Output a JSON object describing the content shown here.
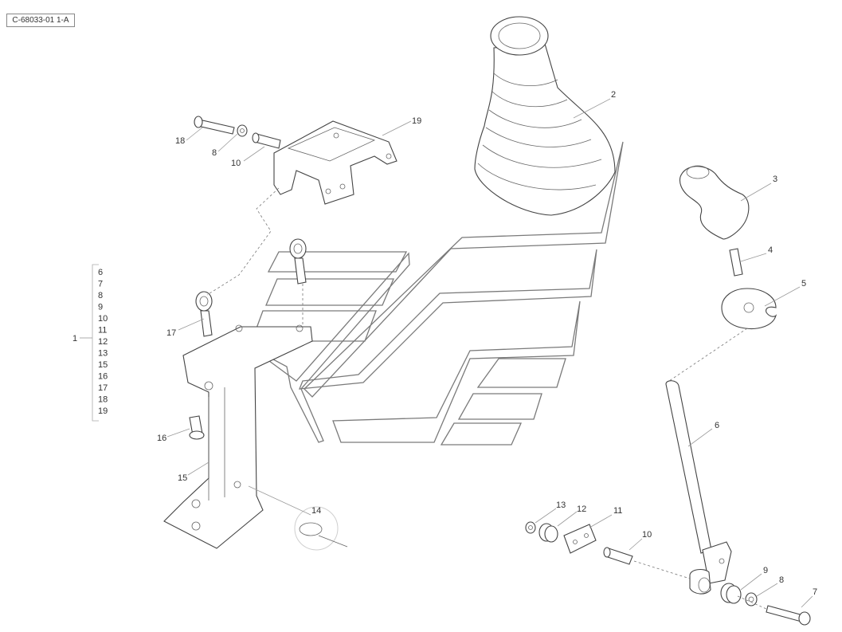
{
  "reference_code": "C-68033-01 1-A",
  "kit": {
    "label": "1",
    "items": [
      "6",
      "7",
      "8",
      "9",
      "10",
      "11",
      "12",
      "13",
      "15",
      "16",
      "17",
      "18",
      "19"
    ]
  },
  "callouts": {
    "p2": "2",
    "p3": "3",
    "p4": "4",
    "p5": "5",
    "p6": "6",
    "p7": "7",
    "p8a": "8",
    "p8b": "8",
    "p9": "9",
    "p10a": "10",
    "p10b": "10",
    "p11": "11",
    "p12": "12",
    "p13": "13",
    "p14": "14",
    "p15": "15",
    "p16": "16",
    "p17": "17",
    "p18": "18",
    "p19": "19"
  }
}
